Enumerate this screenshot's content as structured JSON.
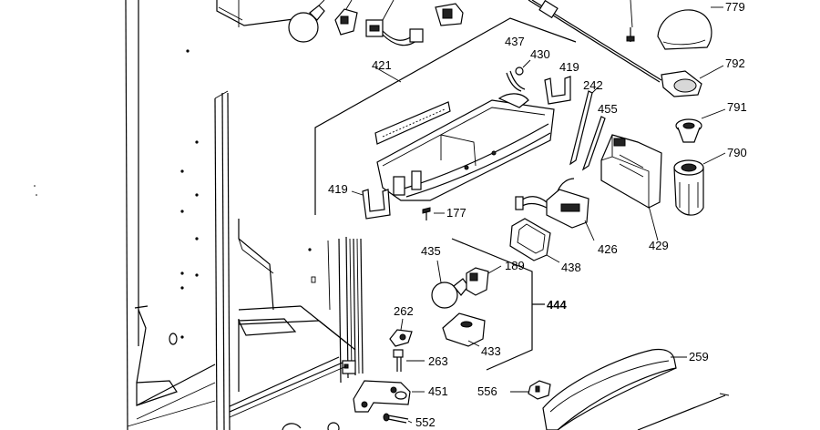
{
  "labels": {
    "l779": "779",
    "l792": "792",
    "l791": "791",
    "l790": "790",
    "l437": "437",
    "l430": "430",
    "l419a": "419",
    "l421": "421",
    "l242": "242",
    "l455": "455",
    "l419b": "419",
    "l177": "177",
    "l426": "426",
    "l429": "429",
    "l438": "438",
    "l435": "435",
    "l189": "189",
    "l444": "444",
    "l262": "262",
    "l433": "433",
    "l263": "263",
    "l451": "451",
    "l259": "259",
    "l556": "556",
    "l552": "552"
  }
}
